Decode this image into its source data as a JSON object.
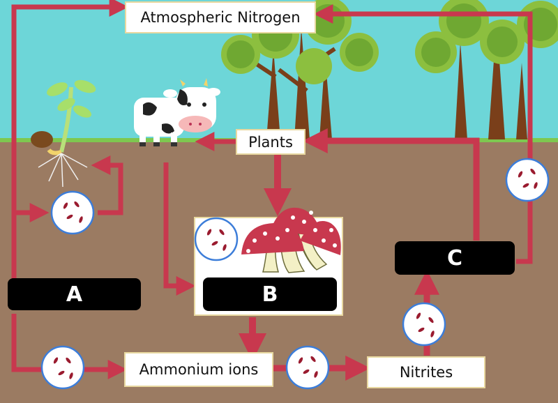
{
  "labels": {
    "atmospheric_nitrogen": "Atmospheric Nitrogen",
    "plants": "Plants",
    "ammonium_ions": "Ammonium ions",
    "nitrites": "Nitrites"
  },
  "unknowns": {
    "a": "A",
    "b": "B",
    "c": "C"
  },
  "colors": {
    "sky": "#6dd6d8",
    "soil": "#9b7b62",
    "grass": "#7ec850",
    "arrow": "#c8384e",
    "bacteria": "#9a1b2f",
    "label_border": "#e8d8a0"
  },
  "icons": [
    "cow-icon",
    "seedling-icon",
    "mushroom-icon",
    "tree-icon",
    "bacteria-icon"
  ]
}
